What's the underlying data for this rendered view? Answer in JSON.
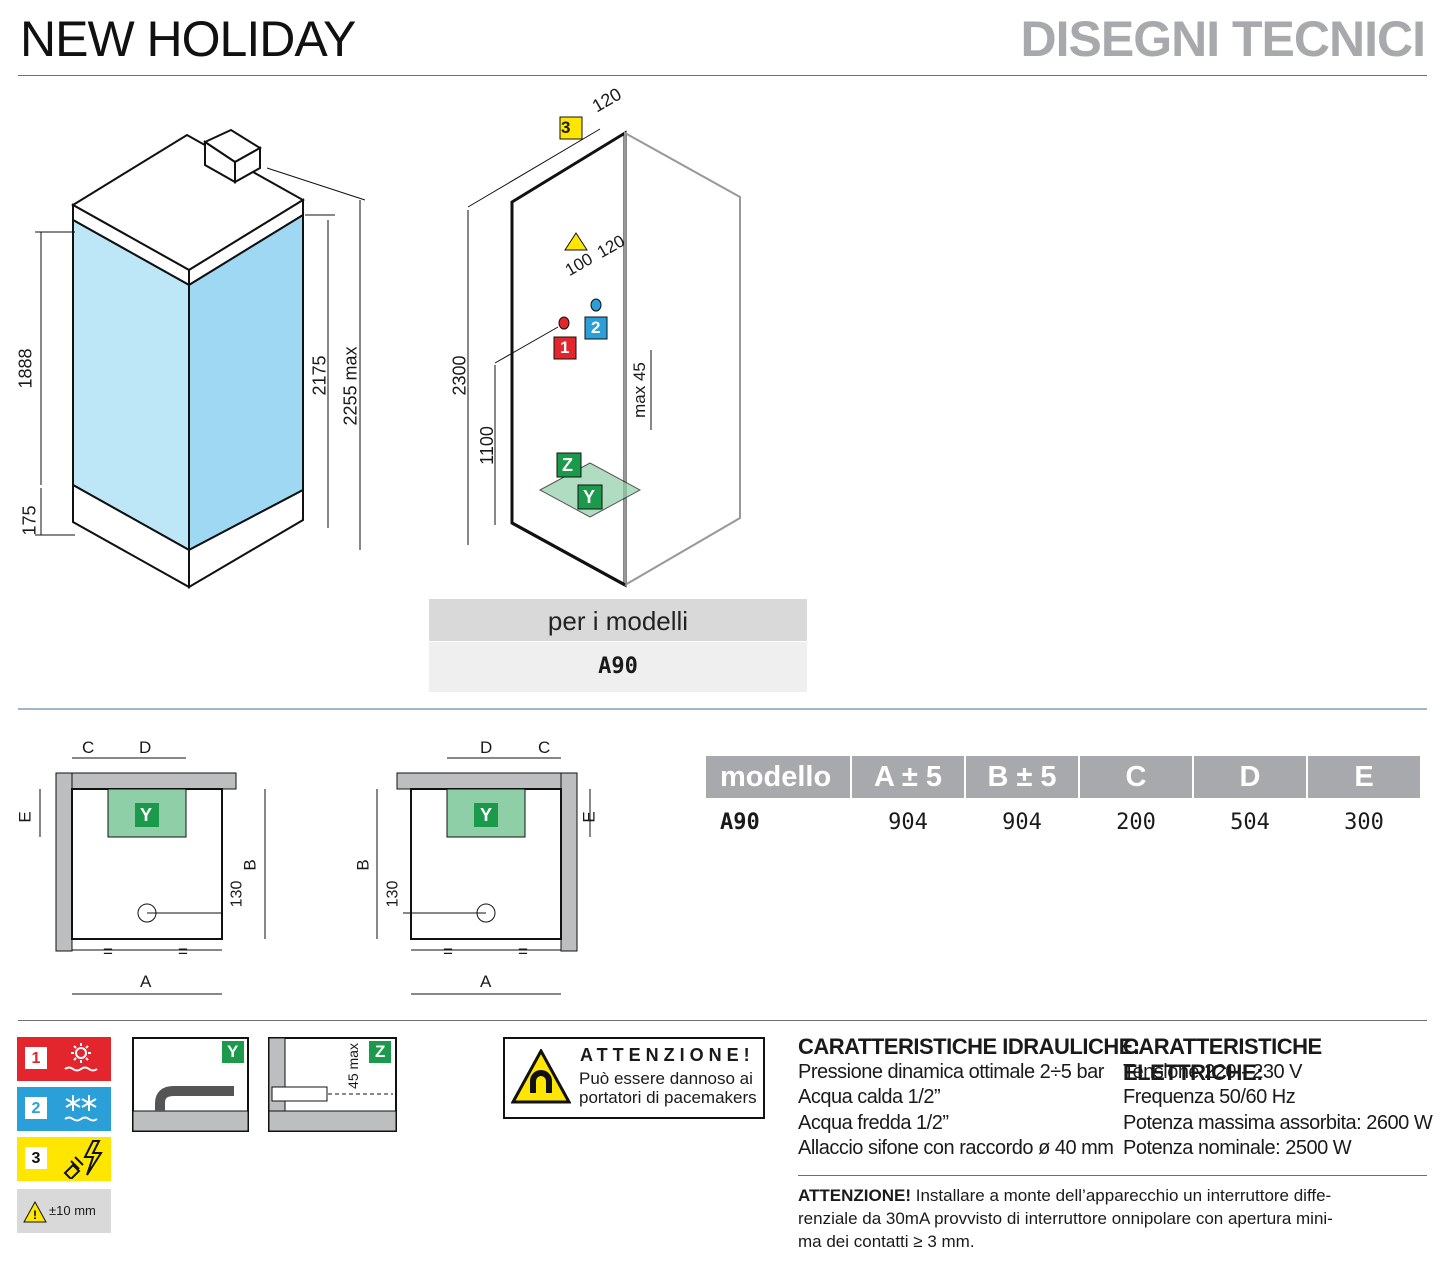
{
  "header": {
    "title": "NEW HOLIDAY",
    "section": "DISEGNI TECNICI"
  },
  "drawing1": {
    "dims": {
      "h1": "1888",
      "h2": "175",
      "h3": "2175",
      "h4": "2255 max"
    }
  },
  "drawing2": {
    "dims": {
      "top": "120",
      "hot_offset": "100",
      "cold_offset": "120",
      "height": "2300",
      "inlet": "1100",
      "drain": "max 45"
    },
    "markers": {
      "hot": "1",
      "cold": "2",
      "power": "3",
      "drain_z": "Z",
      "drain_y": "Y"
    }
  },
  "models_box": {
    "label": "per i modelli",
    "value": "A90"
  },
  "plans": {
    "C": "C",
    "D": "D",
    "E": "E",
    "B": "B",
    "A": "A",
    "eq": "=",
    "d130": "130",
    "y": "Y"
  },
  "spec_table": {
    "headers": [
      "modello",
      "A ± 5",
      "B ± 5",
      "C",
      "D",
      "E"
    ],
    "rows": [
      [
        "A90",
        "904",
        "904",
        "200",
        "504",
        "300"
      ]
    ]
  },
  "legend": {
    "hot": "1",
    "cold": "2",
    "power": "3",
    "tolerance": "±10 mm"
  },
  "details": {
    "y": "Y",
    "z": "Z",
    "max45": "45 max"
  },
  "warning_box": {
    "title": "ATTENZIONE!",
    "text1": "Può essere dannoso ai",
    "text2": "portatori di pacemakers"
  },
  "hydraulic": {
    "title": "CARATTERISTICHE IDRAULICHE:",
    "lines": [
      "Pressione dinamica ottimale 2÷5 bar",
      "Acqua calda 1/2”",
      "Acqua fredda 1/2”",
      "Allaccio sifone con raccordo ø 40 mm"
    ]
  },
  "electric": {
    "title": "CARATTERISTICHE ELETTRICHE:",
    "lines": [
      "Tensione 220 - 230 V",
      "Frequenza 50/60 Hz",
      "Potenza massima assorbita: 2600 W",
      "Potenza nominale: 2500 W"
    ]
  },
  "notice": {
    "lead": "ATTENZIONE!",
    "line1": " Installare a monte dell’apparecchio un interruttore diffe-",
    "line2": "renziale da 30mA provvisto di interruttore onnipolare con apertura mini-",
    "line3": "ma dei contatti ≥ 3 mm."
  },
  "colors": {
    "glass": "#bde6f7",
    "glass_side": "#9ed8f2",
    "green": "#8fcfa8",
    "red": "#e3262d",
    "blue": "#2a9fd8",
    "yellow": "#ffe600",
    "gray_head": "#a7a9ac"
  }
}
